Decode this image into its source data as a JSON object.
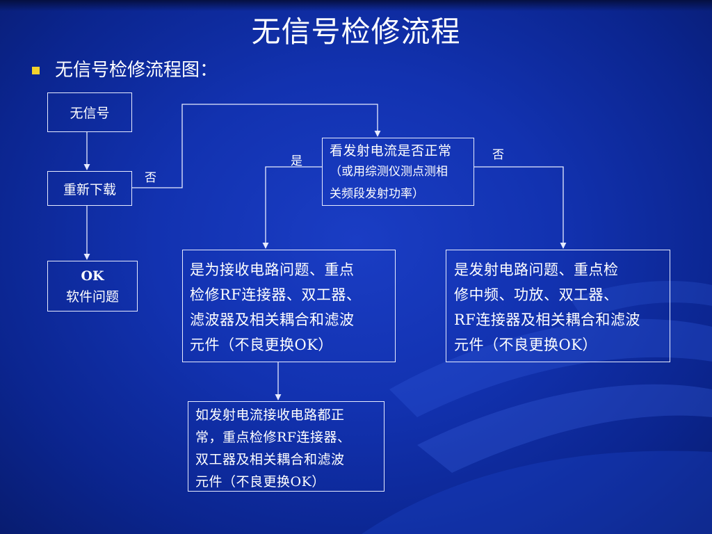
{
  "slide": {
    "title": "无信号检修流程",
    "bullet": "无信号检修流程图："
  },
  "flowchart": {
    "nodes": {
      "no_signal": "无信号",
      "redownload": "重新下载",
      "ok_line": "OK",
      "software_issue": "软件问题",
      "check_current_line1": "看发射电流是否正常",
      "check_current_line2": "（或用综测仪测点测相",
      "check_current_line3": "关频段发射功率）",
      "receive_issue": [
        "是为接收电路问题、重点",
        "检修RF连接器、双工器、",
        "滤波器及相关耦合和滤波",
        "元件（不良更换OK）"
      ],
      "transmit_issue": [
        "是发射电路问题、重点检",
        "修中频、功放、双工器、",
        "RF连接器及相关耦合和滤波",
        "元件（不良更换OK）"
      ],
      "both_normal": [
        "如发射电流接收电路都正",
        "常，重点检修RF连接器、",
        "双工器及相关耦合和滤波",
        "元件（不良更换OK）"
      ]
    },
    "edge_labels": {
      "redownload_no": "否",
      "check_yes": "是",
      "check_no": "否"
    }
  },
  "colors": {
    "background": "#1232b0",
    "bullet": "#f2d22c",
    "line": "#e8ecff",
    "text": "#ffffff"
  }
}
